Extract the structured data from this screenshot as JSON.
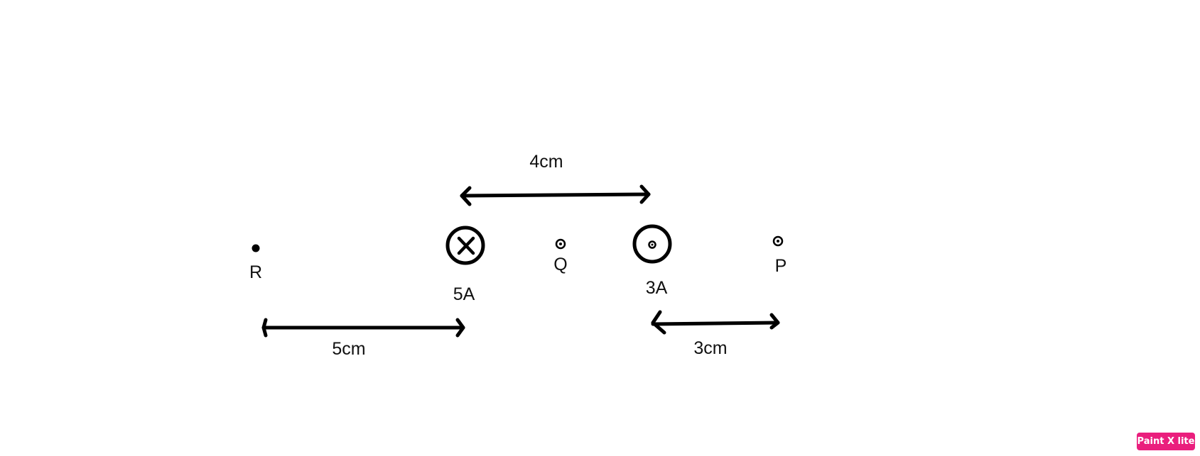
{
  "diagram": {
    "points": {
      "r": "R",
      "q": "Q",
      "p": "P"
    },
    "wires": {
      "left_current": "5A",
      "left_direction": "into-page",
      "right_current": "3A",
      "right_direction": "out-of-page"
    },
    "distances": {
      "top": "4cm",
      "bottom_left": "5cm",
      "bottom_right": "3cm"
    }
  },
  "badge": {
    "text": "Paint X lite",
    "color": "#ea1e7d"
  }
}
